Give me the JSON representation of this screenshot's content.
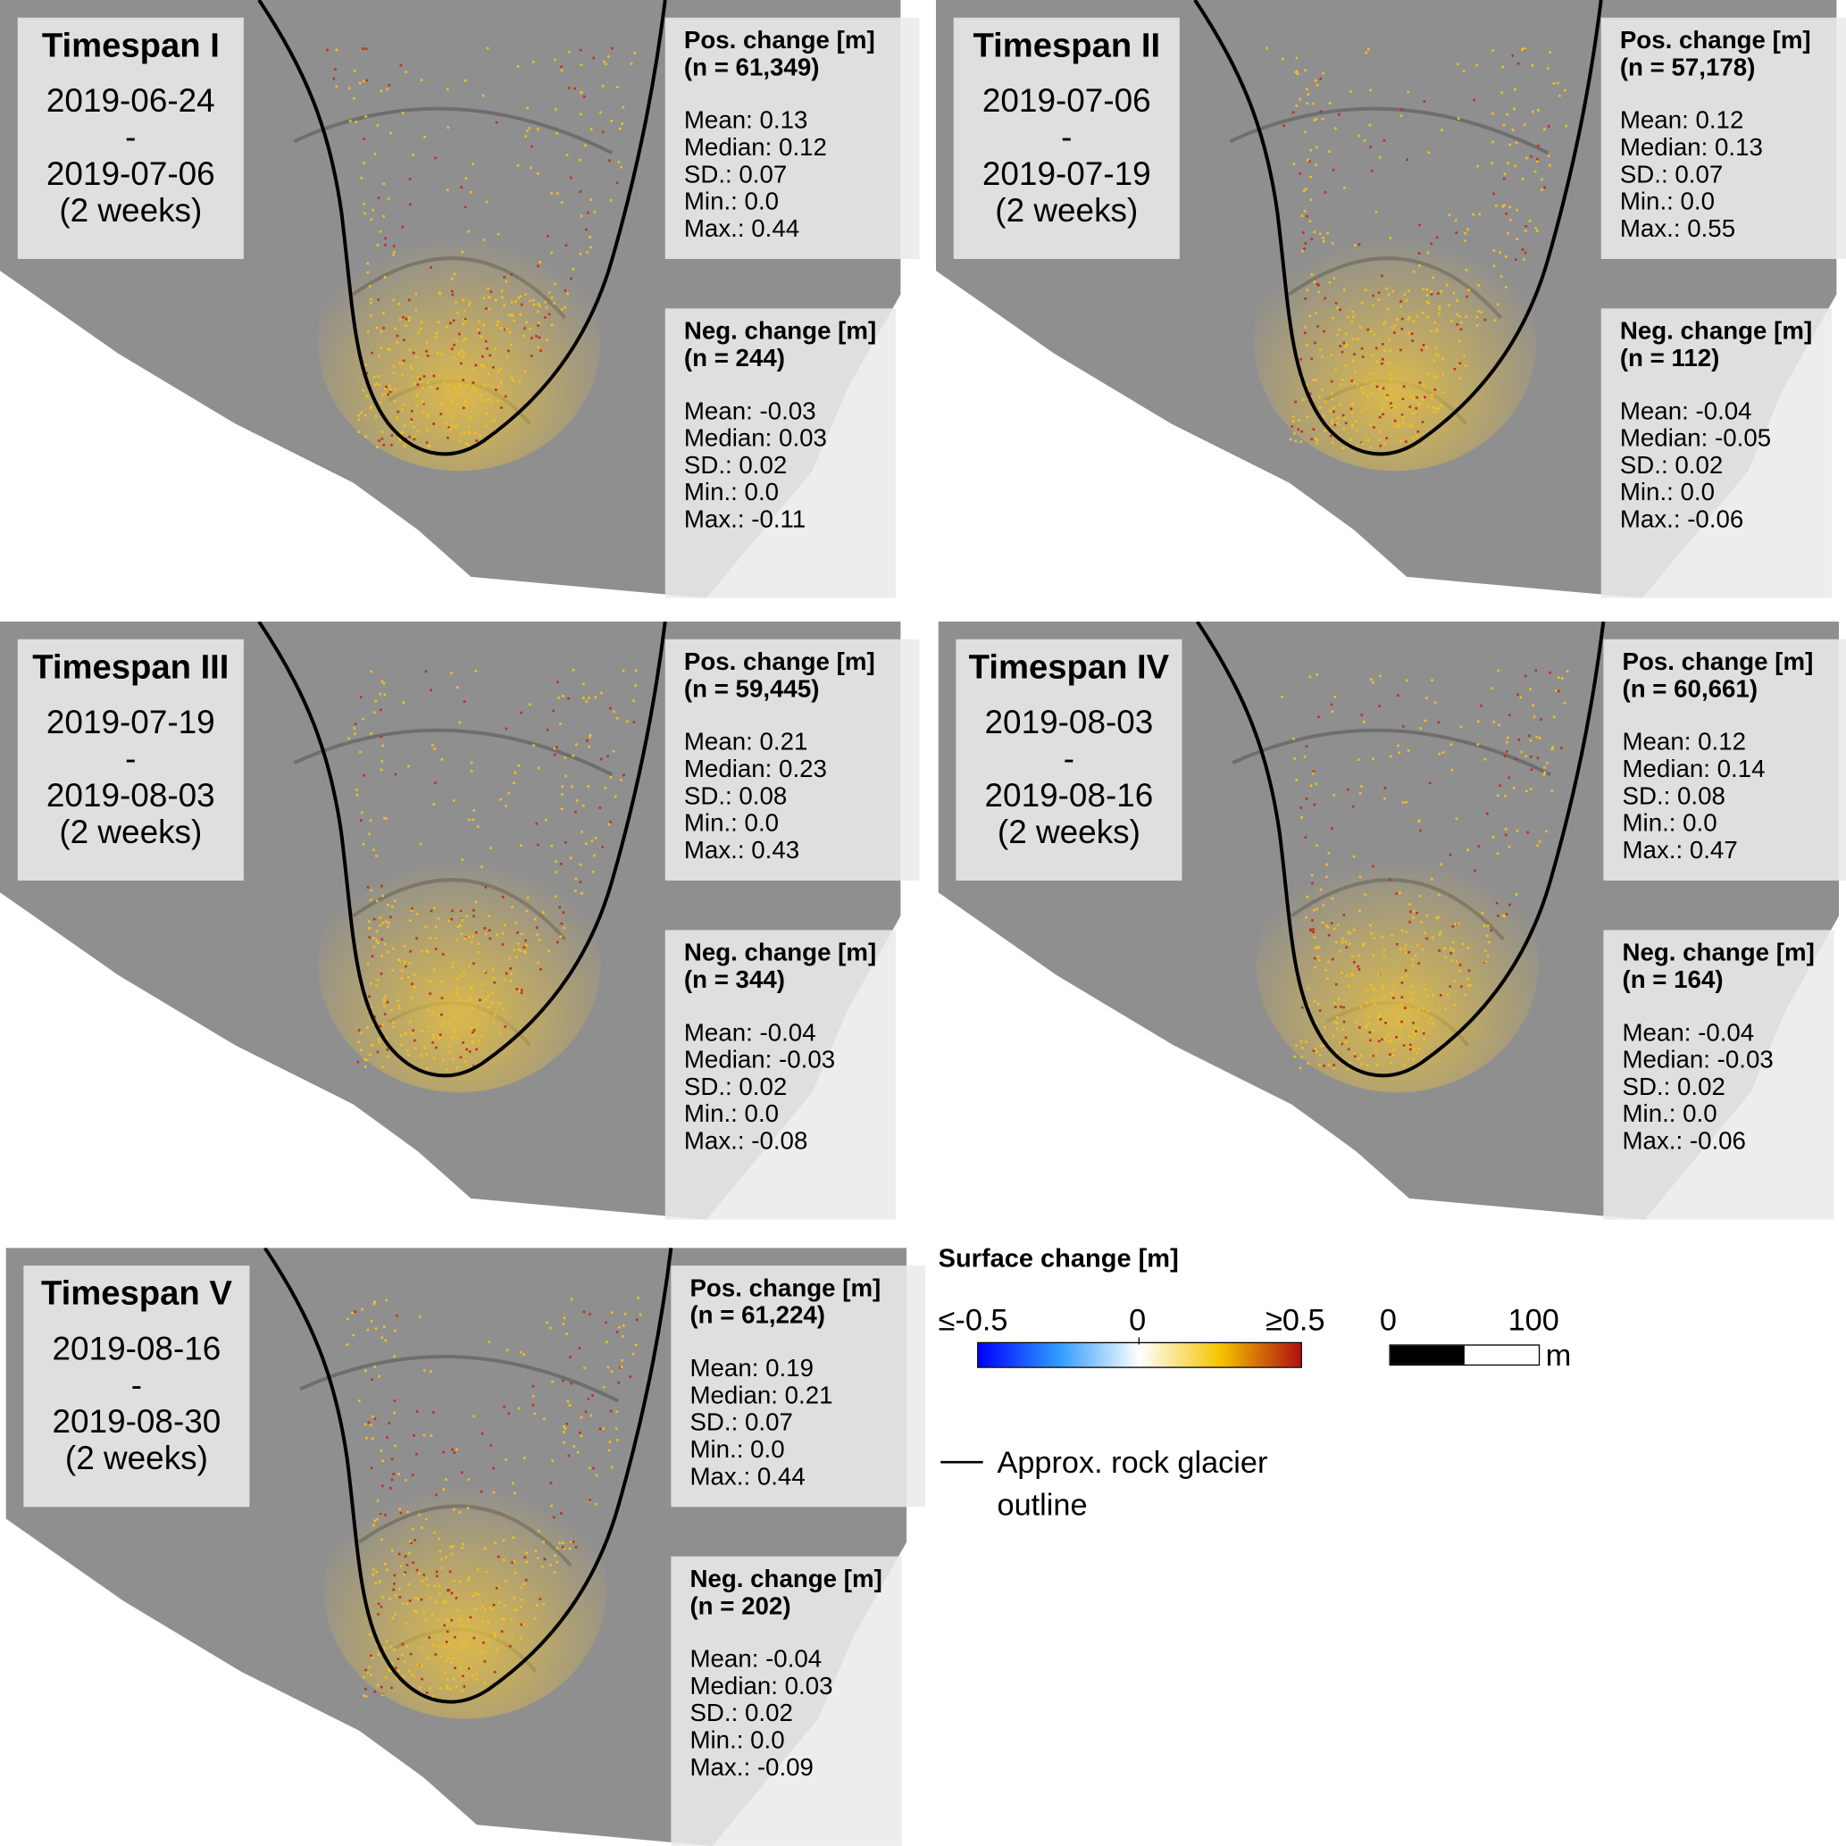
{
  "panels": [
    {
      "title": "Timespan I",
      "start": "2019-06-24",
      "sep": "-",
      "end": "2019-07-06",
      "duration": "(2 weeks)",
      "pos": {
        "header": "Pos. change [m]",
        "n": "(n = 61,349)",
        "mean": "Mean: 0.13",
        "median": "Median: 0.12",
        "sd": "SD.: 0.07",
        "min": "Min.: 0.0",
        "max": "Max.: 0.44"
      },
      "neg": {
        "header": "Neg. change [m]",
        "n": "(n = 244)",
        "mean": "Mean: -0.03",
        "median": "Median: 0.03",
        "sd": "SD.: 0.02",
        "min": "Min.: 0.0",
        "max": "Max.: -0.11"
      }
    },
    {
      "title": "Timespan II",
      "start": "2019-07-06",
      "sep": "-",
      "end": "2019-07-19",
      "duration": "(2 weeks)",
      "pos": {
        "header": "Pos. change [m]",
        "n": "(n = 57,178)",
        "mean": "Mean: 0.12",
        "median": "Median: 0.13",
        "sd": "SD.: 0.07",
        "min": "Min.: 0.0",
        "max": "Max.: 0.55"
      },
      "neg": {
        "header": "Neg. change [m]",
        "n": "(n = 112)",
        "mean": "Mean: -0.04",
        "median": "Median: -0.05",
        "sd": "SD.: 0.02",
        "min": "Min.: 0.0",
        "max": "Max.: -0.06"
      }
    },
    {
      "title": "Timespan III",
      "start": "2019-07-19",
      "sep": "-",
      "end": "2019-08-03",
      "duration": "(2 weeks)",
      "pos": {
        "header": "Pos. change [m]",
        "n": "(n = 59,445)",
        "mean": "Mean: 0.21",
        "median": "Median: 0.23",
        "sd": "SD.: 0.08",
        "min": "Min.: 0.0",
        "max": "Max.: 0.43"
      },
      "neg": {
        "header": "Neg. change [m]",
        "n": "(n = 344)",
        "mean": "Mean: -0.04",
        "median": "Median: -0.03",
        "sd": "SD.: 0.02",
        "min": "Min.: 0.0",
        "max": "Max.: -0.08"
      }
    },
    {
      "title": "Timespan IV",
      "start": "2019-08-03",
      "sep": "-",
      "end": "2019-08-16",
      "duration": "(2 weeks)",
      "pos": {
        "header": "Pos. change [m]",
        "n": "(n = 60,661)",
        "mean": "Mean: 0.12",
        "median": "Median: 0.14",
        "sd": "SD.: 0.08",
        "min": "Min.: 0.0",
        "max": "Max.: 0.47"
      },
      "neg": {
        "header": "Neg. change [m]",
        "n": "(n = 164)",
        "mean": "Mean: -0.04",
        "median": "Median: -0.03",
        "sd": "SD.: 0.02",
        "min": "Min.: 0.0",
        "max": "Max.: -0.06"
      }
    },
    {
      "title": "Timespan V",
      "start": "2019-08-16",
      "sep": "-",
      "end": "2019-08-30",
      "duration": "(2 weeks)",
      "pos": {
        "header": "Pos. change [m]",
        "n": "(n = 61,224)",
        "mean": "Mean: 0.19",
        "median": "Median: 0.21",
        "sd": "SD.: 0.07",
        "min": "Min.: 0.0",
        "max": "Max.: 0.44"
      },
      "neg": {
        "header": "Neg. change [m]",
        "n": "(n = 202)",
        "mean": "Mean: -0.04",
        "median": "Median: 0.03",
        "sd": "SD.: 0.02",
        "min": "Min.: 0.0",
        "max": "Max.: -0.09"
      }
    }
  ],
  "legend": {
    "colorbar_title": "Surface change [m]",
    "colorbar_min": "≤-0.5",
    "colorbar_mid": "0",
    "colorbar_max": "≥0.5",
    "colors": [
      "#0000ff",
      "#2f9bff",
      "#ffffff",
      "#f5c400",
      "#b01010"
    ],
    "scale_zero": "0",
    "scale_hundred": "100",
    "scale_unit": "m",
    "outline_label_1": "Approx. rock glacier",
    "outline_label_2": "outline"
  }
}
